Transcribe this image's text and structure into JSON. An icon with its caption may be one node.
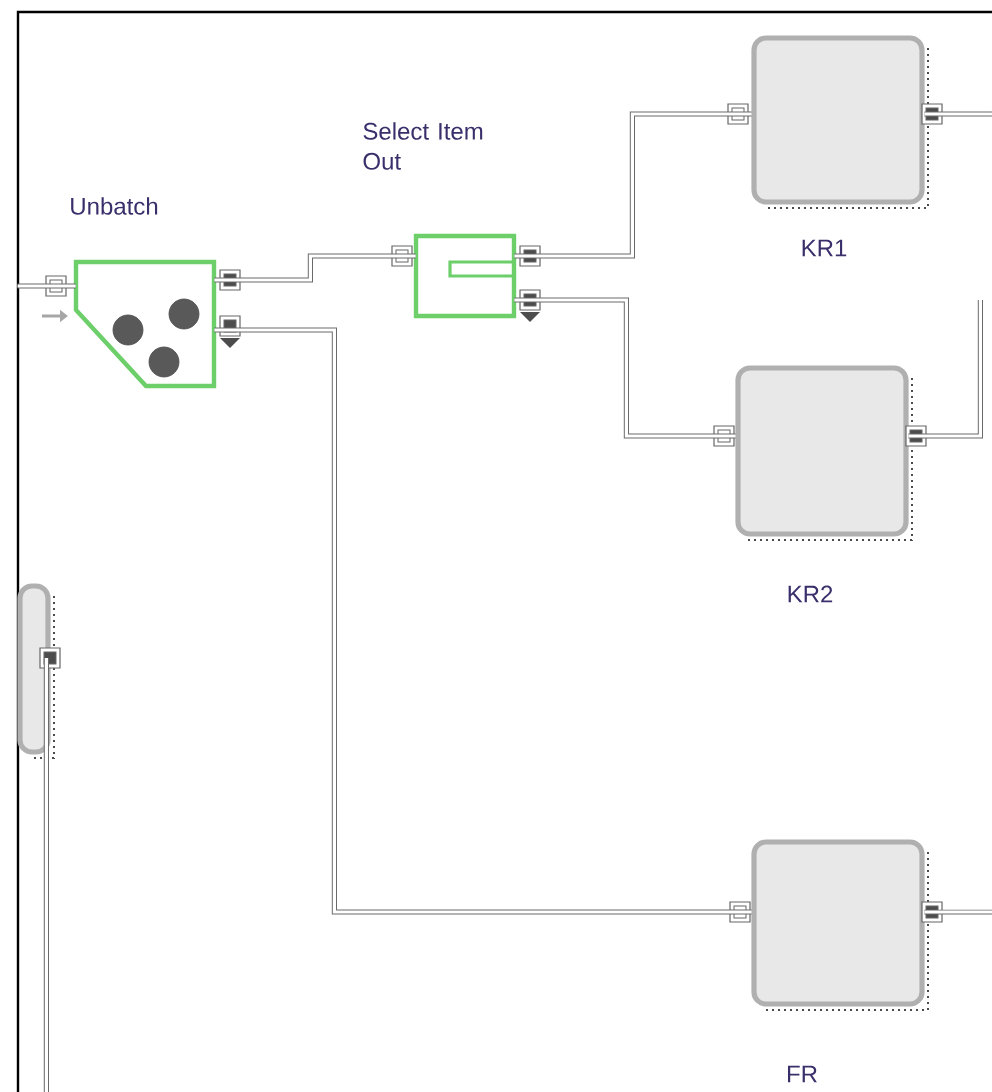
{
  "diagram": {
    "nodes": [
      {
        "text": [
          "Unbatch"
        ]
      },
      {
        "text": [
          "Select Item Out"
        ]
      },
      {
        "text": [
          "KR1"
        ]
      },
      {
        "text": [
          "KR2"
        ]
      },
      {
        "text": [
          "FR"
        ]
      },
      {
        "text": [],
        "shape": "box"
      }
    ],
    "edges": [
      {
        "from": 0,
        "to": 1,
        "arrow": "none"
      },
      {
        "from": 1,
        "to": 2,
        "arrow": "none"
      },
      {
        "from": 1,
        "to": 3,
        "arrow": "none"
      },
      {
        "from": 0,
        "to": 4,
        "arrow": "none"
      },
      {
        "from": null,
        "to": 0,
        "arrow": "none"
      },
      {
        "from": 2,
        "to": null,
        "arrow": "none"
      },
      {
        "from": 3,
        "to": null,
        "arrow": "none"
      },
      {
        "from": 4,
        "to": null,
        "arrow": "none"
      },
      {
        "from": 5,
        "to": null,
        "arrow": "none"
      }
    ]
  }
}
